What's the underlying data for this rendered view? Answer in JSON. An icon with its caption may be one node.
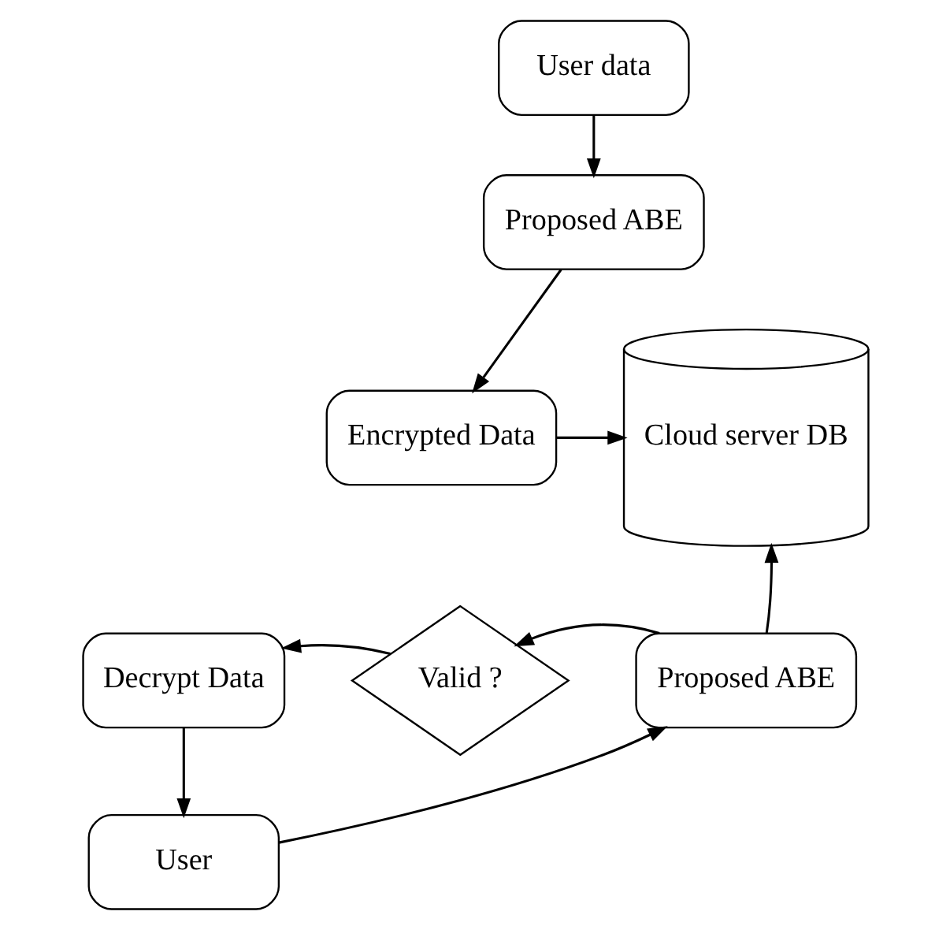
{
  "diagram": {
    "nodes": [
      {
        "text": [
          "User data"
        ]
      },
      {
        "text": [
          "Proposed ABE"
        ]
      },
      {
        "text": [
          "Encrypted Data"
        ]
      },
      {
        "text": [
          "Cloud server DB"
        ]
      },
      {
        "text": [
          "Decrypt Data"
        ]
      },
      {
        "text": [
          "Valid ?"
        ]
      },
      {
        "text": [
          "Proposed ABE"
        ]
      },
      {
        "text": [
          "User"
        ]
      }
    ],
    "edges": [
      {
        "from": 0,
        "to": 1,
        "arrow": "to"
      },
      {
        "from": 1,
        "to": 2,
        "arrow": "to"
      },
      {
        "from": 2,
        "to": 3,
        "arrow": "to"
      },
      {
        "from": 6,
        "to": 3,
        "arrow": "to"
      },
      {
        "from": 6,
        "to": 5,
        "arrow": "to"
      },
      {
        "from": 5,
        "to": 4,
        "arrow": "to"
      },
      {
        "from": 4,
        "to": 7,
        "arrow": "to"
      },
      {
        "from": 7,
        "to": 6,
        "arrow": "to"
      }
    ]
  }
}
